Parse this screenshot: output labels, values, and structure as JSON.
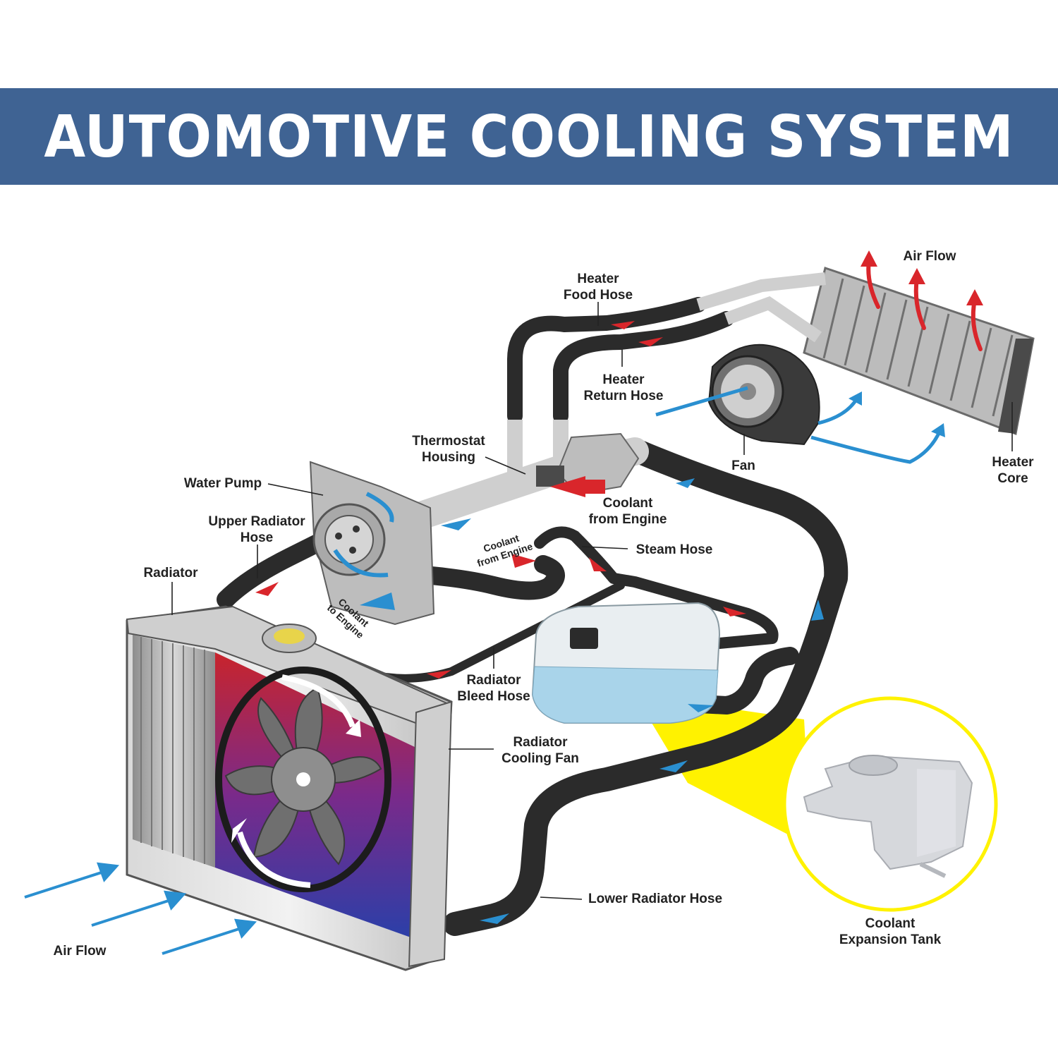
{
  "title": "AUTOMOTIVE COOLING SYSTEM",
  "colors": {
    "banner": "#3f6393",
    "hose": "#2b2b2b",
    "hot_flow": "#d9262b",
    "cold_flow": "#2a8fd0",
    "callout": "#fff200",
    "tank_fluid": "#a9d4ea"
  },
  "labels": {
    "air_flow_top": "Air Flow",
    "heater_feed_hose": [
      "Heater",
      "Food Hose"
    ],
    "heater_return_hose": [
      "Heater",
      "Return Hose"
    ],
    "thermostat_housing": [
      "Thermostat",
      "Housing"
    ],
    "water_pump": "Water Pump",
    "upper_radiator_hose": [
      "Upper Radiator",
      "Hose"
    ],
    "radiator": "Radiator",
    "fan": "Fan",
    "heater_core": [
      "Heater",
      "Core"
    ],
    "coolant_from_engine_big": [
      "Coolant",
      "from Engine"
    ],
    "coolant_from_engine_small": [
      "Coolant",
      "from Engine"
    ],
    "steam_hose": "Steam Hose",
    "coolant_to_engine": [
      "Coolant",
      "to Engine"
    ],
    "radiator_bleed_hose": [
      "Radiator",
      "Bleed Hose"
    ],
    "radiator_cooling_fan": [
      "Radiator",
      "Cooling Fan"
    ],
    "lower_radiator_hose": "Lower Radiator Hose",
    "air_flow_bottom": "Air Flow",
    "coolant_expansion_tank": [
      "Coolant",
      "Expansion Tank"
    ]
  }
}
